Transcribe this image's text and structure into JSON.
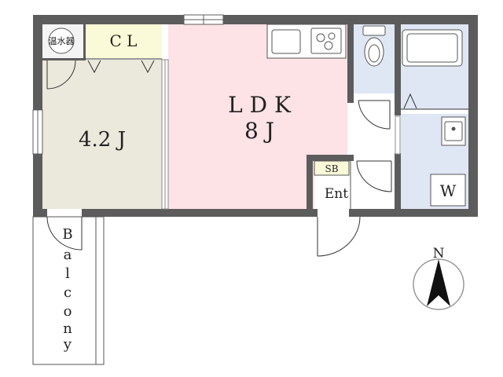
{
  "rooms": {
    "water_heater": "温水器",
    "closet": "C L",
    "bedroom": "4.2 J",
    "ldk": "L D K",
    "ldk_size": "8 J",
    "shoe_box": "SB",
    "entrance": "Ent",
    "washer": "W",
    "balcony": [
      "B",
      "a",
      "l",
      "c",
      "o",
      "n",
      "y"
    ]
  },
  "compass": {
    "north": "N"
  },
  "colors": {
    "wall": "#5c5c5c",
    "ldk": "#fde2e6",
    "bedroom": "#ebe8dc",
    "closet": "#fbfad8",
    "wet_area": "#dfe6f4",
    "shoe_box": "#fbfad8",
    "compass": "#111111"
  }
}
